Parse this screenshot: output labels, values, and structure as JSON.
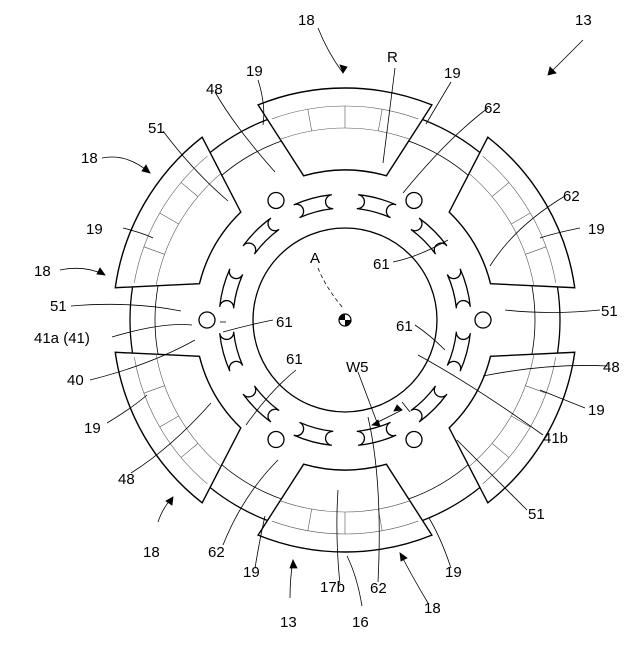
{
  "labels": {
    "l13_top": "13",
    "l13_bottom": "13",
    "l18_top": "18",
    "l18_uleft": "18",
    "l18_left": "18",
    "l18_lleft": "18",
    "l18_bottom": "18",
    "l19_a": "19",
    "l19_b": "19",
    "l19_c": "19",
    "l19_d": "19",
    "l19_e": "19",
    "l19_f": "19",
    "l19_g": "19",
    "l19_h": "19",
    "l48_top": "48",
    "l48_right": "48",
    "l48_left": "48",
    "l51_ul": "51",
    "l51_left": "51",
    "l51_right": "51",
    "l51_bottom": "51",
    "l61_right": "61",
    "l61_left": "61",
    "l61_r2": "61",
    "l61_l2": "61",
    "l62_a": "62",
    "l62_b": "62",
    "l62_c": "62",
    "l62_d": "62",
    "lR": "R",
    "lA": "A",
    "lW5": "W5",
    "l41a": "41a (41)",
    "l40": "40",
    "l41b": "41b",
    "l17b": "17b",
    "l16": "16"
  }
}
